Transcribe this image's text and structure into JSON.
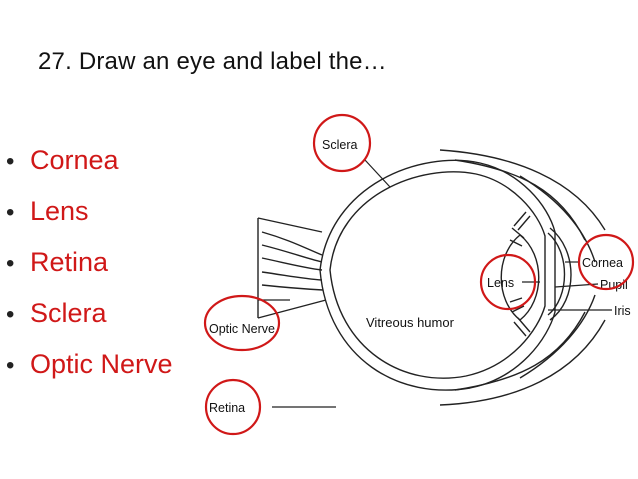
{
  "slide": {
    "title": "27. Draw an eye and label the…"
  },
  "bullets": [
    "Cornea",
    "Lens",
    "Retina",
    "Sclera",
    "Optic Nerve"
  ],
  "diagram": {
    "labels": {
      "sclera": "Sclera",
      "cornea": "Cornea",
      "pupil": "Pupil",
      "iris": "Iris",
      "lens": "Lens",
      "vitreous": "Vitreous humor",
      "optic_nerve": "Optic Nerve",
      "retina": "Retina"
    },
    "highlight_color": "#d01818"
  }
}
